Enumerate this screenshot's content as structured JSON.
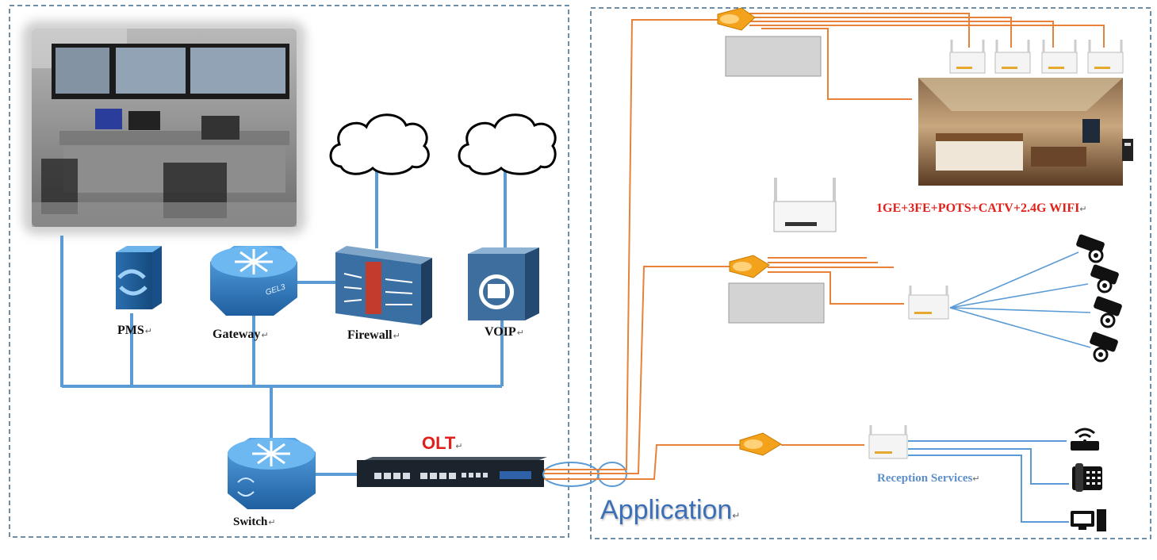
{
  "labels": {
    "pms": "PMS",
    "gateway": "Gateway",
    "firewall": "Firewall",
    "voip": "VOIP",
    "switch": "Switch",
    "olt": "OLT",
    "spec": "1GE+3FE+POTS+CATV+2.4G WIFI",
    "reception": "Reception Services",
    "application": "Application",
    "gel3": "GEL3",
    "return_mark": "↵"
  },
  "colors": {
    "frame_border": "#3f6a8a",
    "link_blue": "#5b9bd5",
    "fiber_orange": "#e8823a",
    "splitter_orange": "#f3a21b",
    "device_blue": "#2f7fc8",
    "label_red": "#e0201a",
    "reception_blue": "#5b8fc9",
    "application_blue": "#3b6fb6"
  },
  "icons": [
    "cloud-icon",
    "wifi-router-icon",
    "telephone-icon",
    "computer-icon",
    "cctv-camera-icon",
    "onu-router-icon",
    "splitter-icon"
  ]
}
